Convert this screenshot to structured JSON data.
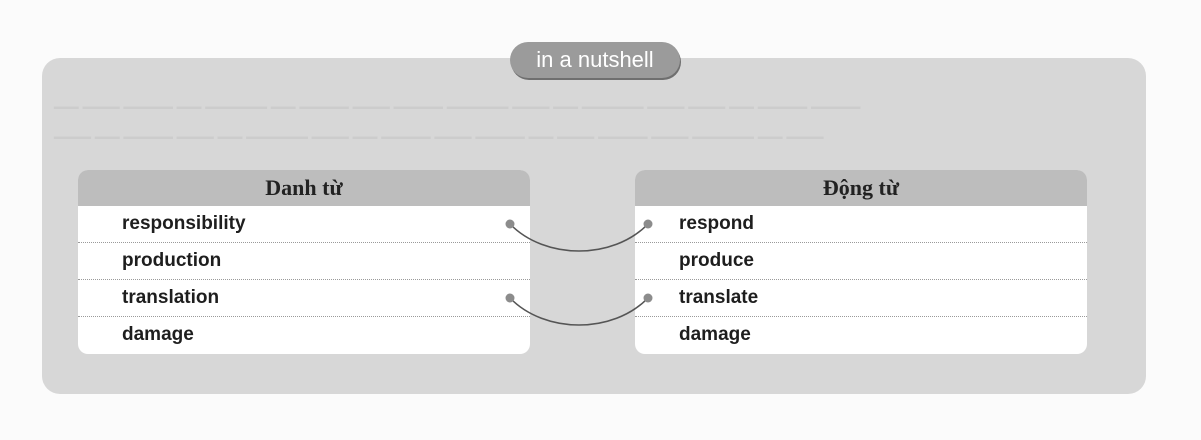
{
  "banner": {
    "label": "in a nutshell"
  },
  "nouns": {
    "header": "Danh từ",
    "items": [
      "responsibility",
      "production",
      "translation",
      "damage"
    ]
  },
  "verbs": {
    "header": "Động từ",
    "items": [
      "respond",
      "produce",
      "translate",
      "damage"
    ]
  },
  "links": [
    [
      0,
      0
    ],
    [
      2,
      2
    ]
  ],
  "colors": {
    "panel": "#d7d7d7",
    "header": "#bdbdbd",
    "pill": "#9b9b9b",
    "connector": "#555555"
  }
}
